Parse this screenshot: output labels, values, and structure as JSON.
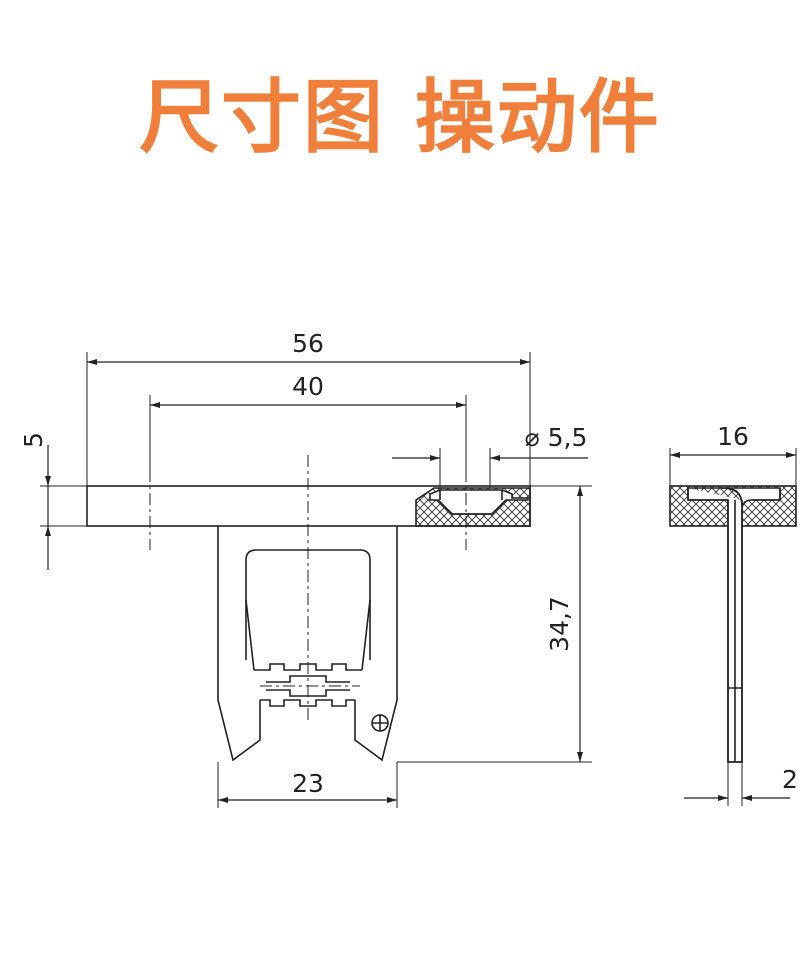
{
  "title": "尺寸图  操动件",
  "colors": {
    "title": "#f07f3c",
    "line": "#222222",
    "hatch": "#333333"
  },
  "dimensions": {
    "overall_width": "56",
    "hole_spacing": "40",
    "plate_thickness": "5",
    "hole_diameter": "⌀ 5,5",
    "height": "34,7",
    "tongue_width": "23",
    "side_width": "16",
    "side_thickness": "2"
  }
}
